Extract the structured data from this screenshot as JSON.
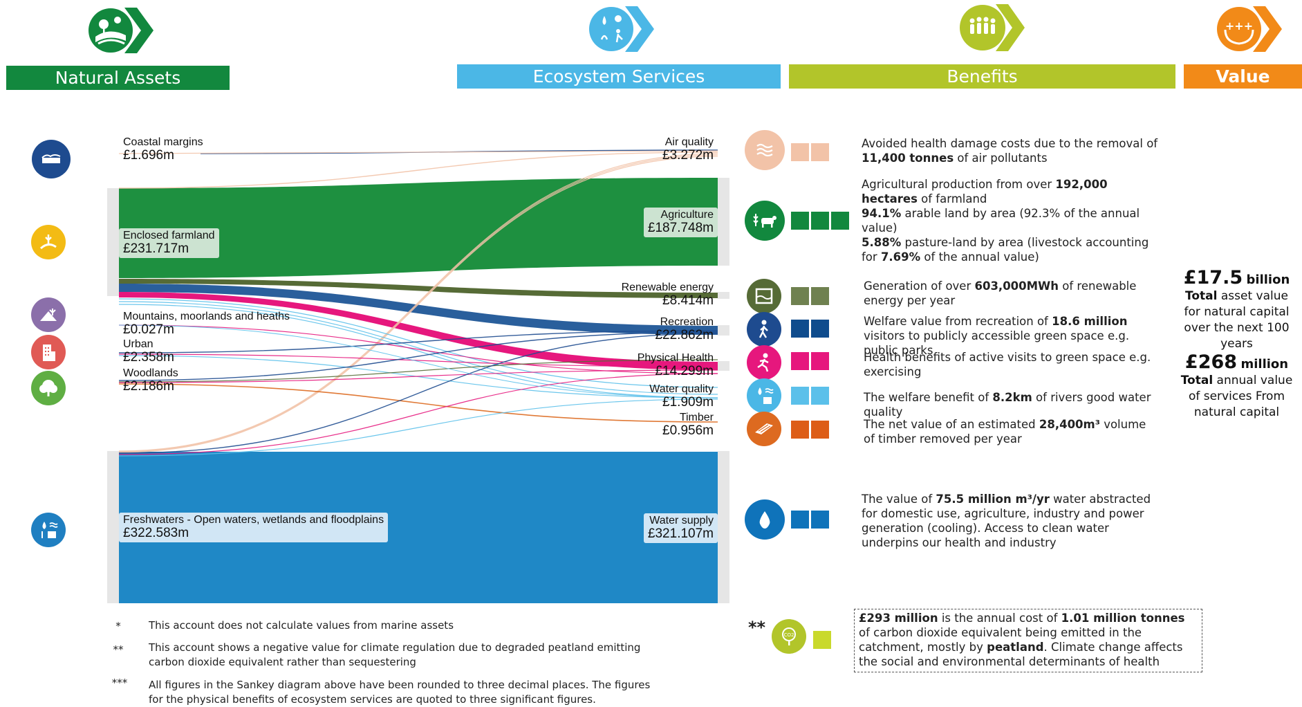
{
  "headers": {
    "natural_assets": "Natural Assets",
    "ecosystem_services": "Ecosystem Services",
    "benefits": "Benefits",
    "value": "Value"
  },
  "colors": {
    "green": "#12883e",
    "blue_light": "#4bb7e6",
    "lime": "#b2c52a",
    "orange": "#f28a18",
    "navy": "#1e4b8f",
    "yellow": "#f3bb14",
    "purple": "#8b6faa",
    "red": "#e05a55",
    "leaf": "#5fae43",
    "water": "#1f7fc1"
  },
  "asset_icons": [
    "coast-icon",
    "farmland-icon",
    "moorland-icon",
    "urban-icon",
    "woodland-icon",
    "freshwater-icon"
  ],
  "assets": [
    {
      "name": "Coastal margins",
      "value": "£1.696m"
    },
    {
      "name": "Enclosed farmland",
      "value": "£231.717m"
    },
    {
      "name": "Mountains, moorlands and heaths",
      "value": "£0.027m"
    },
    {
      "name": "Urban",
      "value": "£2.358m"
    },
    {
      "name": "Woodlands",
      "value": "£2.186m"
    },
    {
      "name": "Freshwaters - Open waters, wetlands and floodplains",
      "value": "£322.583m"
    }
  ],
  "services": [
    {
      "name": "Air quality",
      "value": "£3.272m"
    },
    {
      "name": "Agriculture",
      "value": "£187.748m"
    },
    {
      "name": "Renewable energy",
      "value": "£8.414m"
    },
    {
      "name": "Recreation",
      "value": "£22.862m"
    },
    {
      "name": "Physical Health",
      "value": "£14.299m"
    },
    {
      "name": "Water quality",
      "value": "£1.909m"
    },
    {
      "name": "Timber",
      "value": "£0.956m"
    },
    {
      "name": "Water supply",
      "value": "£321.107m"
    }
  ],
  "benefits": {
    "air": {
      "t1": "Avoided health damage costs due to the removal of ",
      "b1": "11,400 tonnes",
      "t2": " of air pollutants"
    },
    "agri": {
      "t1": "Agricultural production from over ",
      "b1": "192,000 hectares",
      "t2": " of farmland",
      "b2": "94.1%",
      "t3": " arable land by area (92.3% of the annual value)",
      "b3": "5.88%",
      "t4": " pasture-land by area (livestock accounting for ",
      "b4": "7.69%",
      "t5": " of the annual value)"
    },
    "energy": {
      "t1": "Generation of over ",
      "b1": "603,000MWh",
      "t2": " of renewable energy per year"
    },
    "recreation": {
      "t1": "Welfare value from recreation of ",
      "b1": "18.6 million",
      "t2": " visitors to publicly accessible green space e.g. public parks"
    },
    "health": {
      "t1": "Health benefits of active visits to green space e.g. exercising"
    },
    "water_quality": {
      "t1": "The welfare benefit of ",
      "b1": "8.2km",
      "t2": " of rivers good water quality"
    },
    "timber": {
      "t1": "The net value of an estimated ",
      "b1": "28,400m³",
      "t2": " volume of timber removed per year"
    },
    "water_supply": {
      "t1": "The value of ",
      "b1": "75.5 million m³/yr",
      "t2": " water abstracted for domestic use, agriculture, industry and power generation (cooling). Access to clean water underpins our health and industry"
    }
  },
  "value": {
    "asset_big": "£17.5",
    "asset_unit": "billion",
    "asset_b": "Total",
    "asset_text": " asset value for natural capital over the next 100 years",
    "annual_big": "£268",
    "annual_unit": "million",
    "annual_b": "Total",
    "annual_text": " annual value of services From natural capital"
  },
  "climate": {
    "marker": "**",
    "b1": "£293 million",
    "t1": " is the annual cost of ",
    "b2": "1.01 million tonnes",
    "t2": " of carbon dioxide equivalent being emitted in the catchment, mostly by ",
    "b3": "peatland",
    "t3": ". Climate change affects the social and environmental determinants of health"
  },
  "footnotes": [
    {
      "mark": "*",
      "text": "This account does not calculate values from marine assets"
    },
    {
      "mark": "**",
      "text": "This account shows a negative value for climate regulation due to degraded peatland emitting carbon dioxide equivalent rather than sequestering"
    },
    {
      "mark": "***",
      "text": "All figures in the Sankey diagram above have been rounded to three decimal places. The figures for the physical benefits of ecosystem services are quoted to three significant figures."
    }
  ]
}
